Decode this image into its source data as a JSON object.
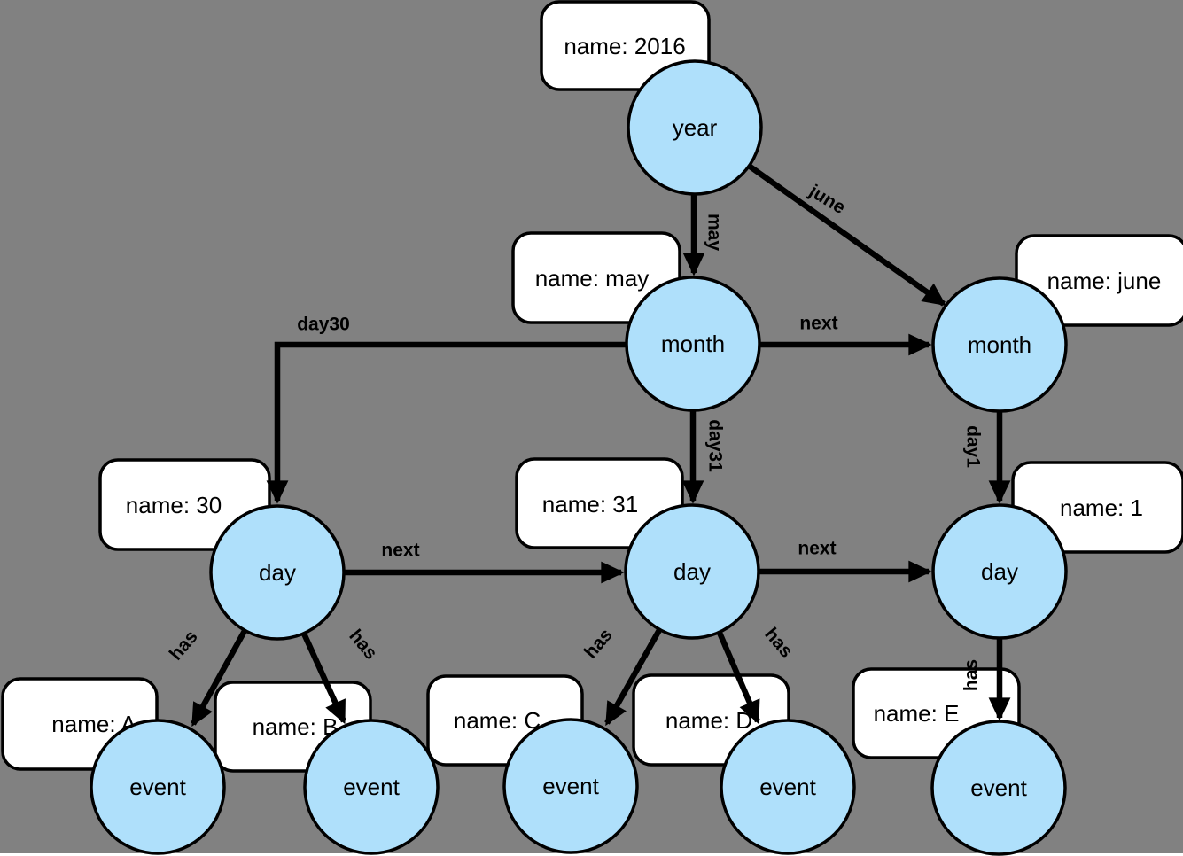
{
  "diagram": {
    "background_color": "#818181",
    "node_fill": "#AFE0FB",
    "node_stroke": "#000000",
    "box_fill": "#FFFFFF",
    "edge_color": "#000000"
  },
  "nodes": {
    "year": {
      "label": "year"
    },
    "month_may": {
      "label": "month"
    },
    "month_june": {
      "label": "month"
    },
    "day_30": {
      "label": "day"
    },
    "day_31": {
      "label": "day"
    },
    "day_1": {
      "label": "day"
    },
    "event_a": {
      "label": "event"
    },
    "event_b": {
      "label": "event"
    },
    "event_c": {
      "label": "event"
    },
    "event_d": {
      "label": "event"
    },
    "event_e": {
      "label": "event"
    }
  },
  "property_boxes": {
    "year_2016": {
      "label": "name: 2016"
    },
    "month_may": {
      "label": "name: may"
    },
    "month_june": {
      "label": "name: june"
    },
    "day_30": {
      "label": "name: 30"
    },
    "day_31": {
      "label": "name: 31"
    },
    "day_1": {
      "label": "name: 1"
    },
    "event_a": {
      "label": "name: A"
    },
    "event_b": {
      "label": "name: B"
    },
    "event_c": {
      "label": "name: C"
    },
    "event_d": {
      "label": "name: D"
    },
    "event_e": {
      "label": "name: E"
    }
  },
  "edges": {
    "may": {
      "label": "may",
      "from": "year",
      "to": "month_may"
    },
    "june": {
      "label": "june",
      "from": "year",
      "to": "month_june"
    },
    "next_month": {
      "label": "next",
      "from": "month_may",
      "to": "month_june"
    },
    "day30": {
      "label": "day30",
      "from": "month_may",
      "to": "day_30"
    },
    "day31": {
      "label": "day31",
      "from": "month_may",
      "to": "day_31"
    },
    "day1": {
      "label": "day1",
      "from": "month_june",
      "to": "day_1"
    },
    "next_day_30_31": {
      "label": "next",
      "from": "day_30",
      "to": "day_31"
    },
    "next_day_31_1": {
      "label": "next",
      "from": "day_31",
      "to": "day_1"
    },
    "has_a": {
      "label": "has",
      "from": "day_30",
      "to": "event_a"
    },
    "has_b": {
      "label": "has",
      "from": "day_30",
      "to": "event_b"
    },
    "has_c": {
      "label": "has",
      "from": "day_31",
      "to": "event_c"
    },
    "has_d": {
      "label": "has",
      "from": "day_31",
      "to": "event_d"
    },
    "has_e": {
      "label": "has",
      "from": "day_1",
      "to": "event_e"
    }
  }
}
